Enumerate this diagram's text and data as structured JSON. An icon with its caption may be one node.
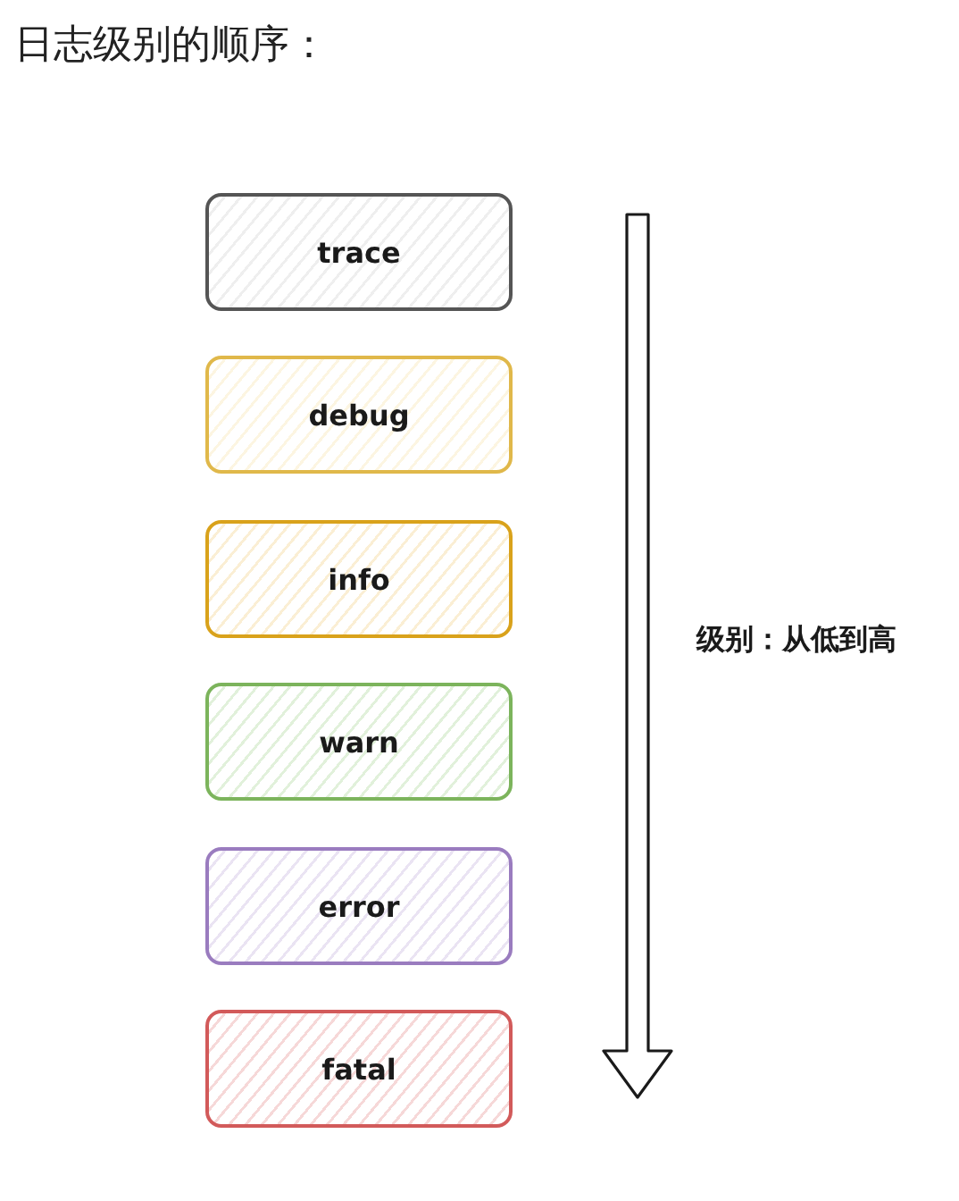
{
  "diagram": {
    "title": "日志级别的顺序：",
    "nodes": [
      {
        "text": [
          "trace"
        ]
      },
      {
        "text": [
          "debug"
        ]
      },
      {
        "text": [
          "info"
        ]
      },
      {
        "text": [
          "warn"
        ]
      },
      {
        "text": [
          "error"
        ]
      },
      {
        "text": [
          "fatal"
        ]
      }
    ],
    "labels": [
      "级别：从低到高"
    ]
  }
}
